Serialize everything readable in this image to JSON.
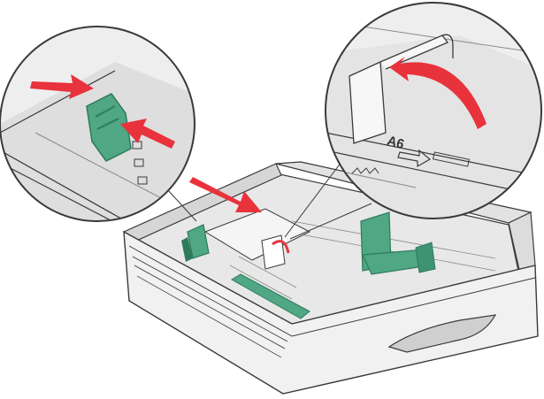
{
  "illustration": {
    "subject": "paper-tray",
    "callouts": {
      "left": {
        "shows": "length-guide-squeeze"
      },
      "right": {
        "shows": "width-guide-lift",
        "paper_size_marking": "A6"
      }
    },
    "arrows": {
      "count": 5,
      "color": "#e8323c"
    },
    "colors": {
      "tray_body": "#f1f1f1",
      "tray_shade": "#d6d6d6",
      "tray_outline": "#3a3a3a",
      "guide_green": "#4fa783",
      "guide_green_dark": "#2f7a5c",
      "arrow_red": "#e8323c",
      "callout_fill": "#eeeeee"
    },
    "icons": [
      "arrow-icon",
      "curved-arrow-icon",
      "paper-size-arrow-icon"
    ]
  }
}
